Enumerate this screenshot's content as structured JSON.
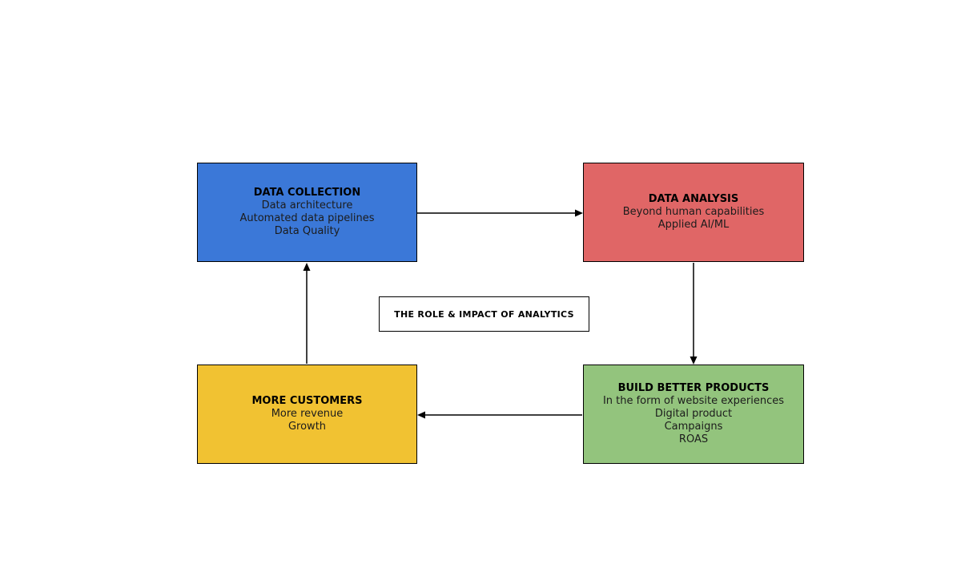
{
  "canvas": {
    "background": "#ffffff"
  },
  "title_box": {
    "label": "THE ROLE & IMPACT OF ANALYTICS",
    "background": "#ffffff",
    "border_color": "#000000"
  },
  "nodes": [
    {
      "id": "data-collection",
      "title": "DATA COLLECTION",
      "lines": [
        "Data architecture",
        "Automated data pipelines",
        "Data Quality"
      ],
      "color": "#3b78d8"
    },
    {
      "id": "data-analysis",
      "title": "DATA ANALYSIS",
      "lines": [
        "Beyond human capabilities",
        "Applied AI/ML"
      ],
      "color": "#e06666"
    },
    {
      "id": "build-better-products",
      "title": "BUILD BETTER PRODUCTS",
      "lines": [
        "In the form of website experiences",
        "Digital product",
        "Campaigns",
        "ROAS"
      ],
      "color": "#93c47d"
    },
    {
      "id": "more-customers",
      "title": "MORE CUSTOMERS",
      "lines": [
        "More revenue",
        "Growth"
      ],
      "color": "#f1c232"
    }
  ],
  "arrows": [
    {
      "from": "data-collection",
      "to": "data-analysis",
      "direction": "right"
    },
    {
      "from": "data-analysis",
      "to": "build-better-products",
      "direction": "down"
    },
    {
      "from": "build-better-products",
      "to": "more-customers",
      "direction": "left"
    },
    {
      "from": "more-customers",
      "to": "data-collection",
      "direction": "up"
    }
  ],
  "arrow_color": "#000000"
}
